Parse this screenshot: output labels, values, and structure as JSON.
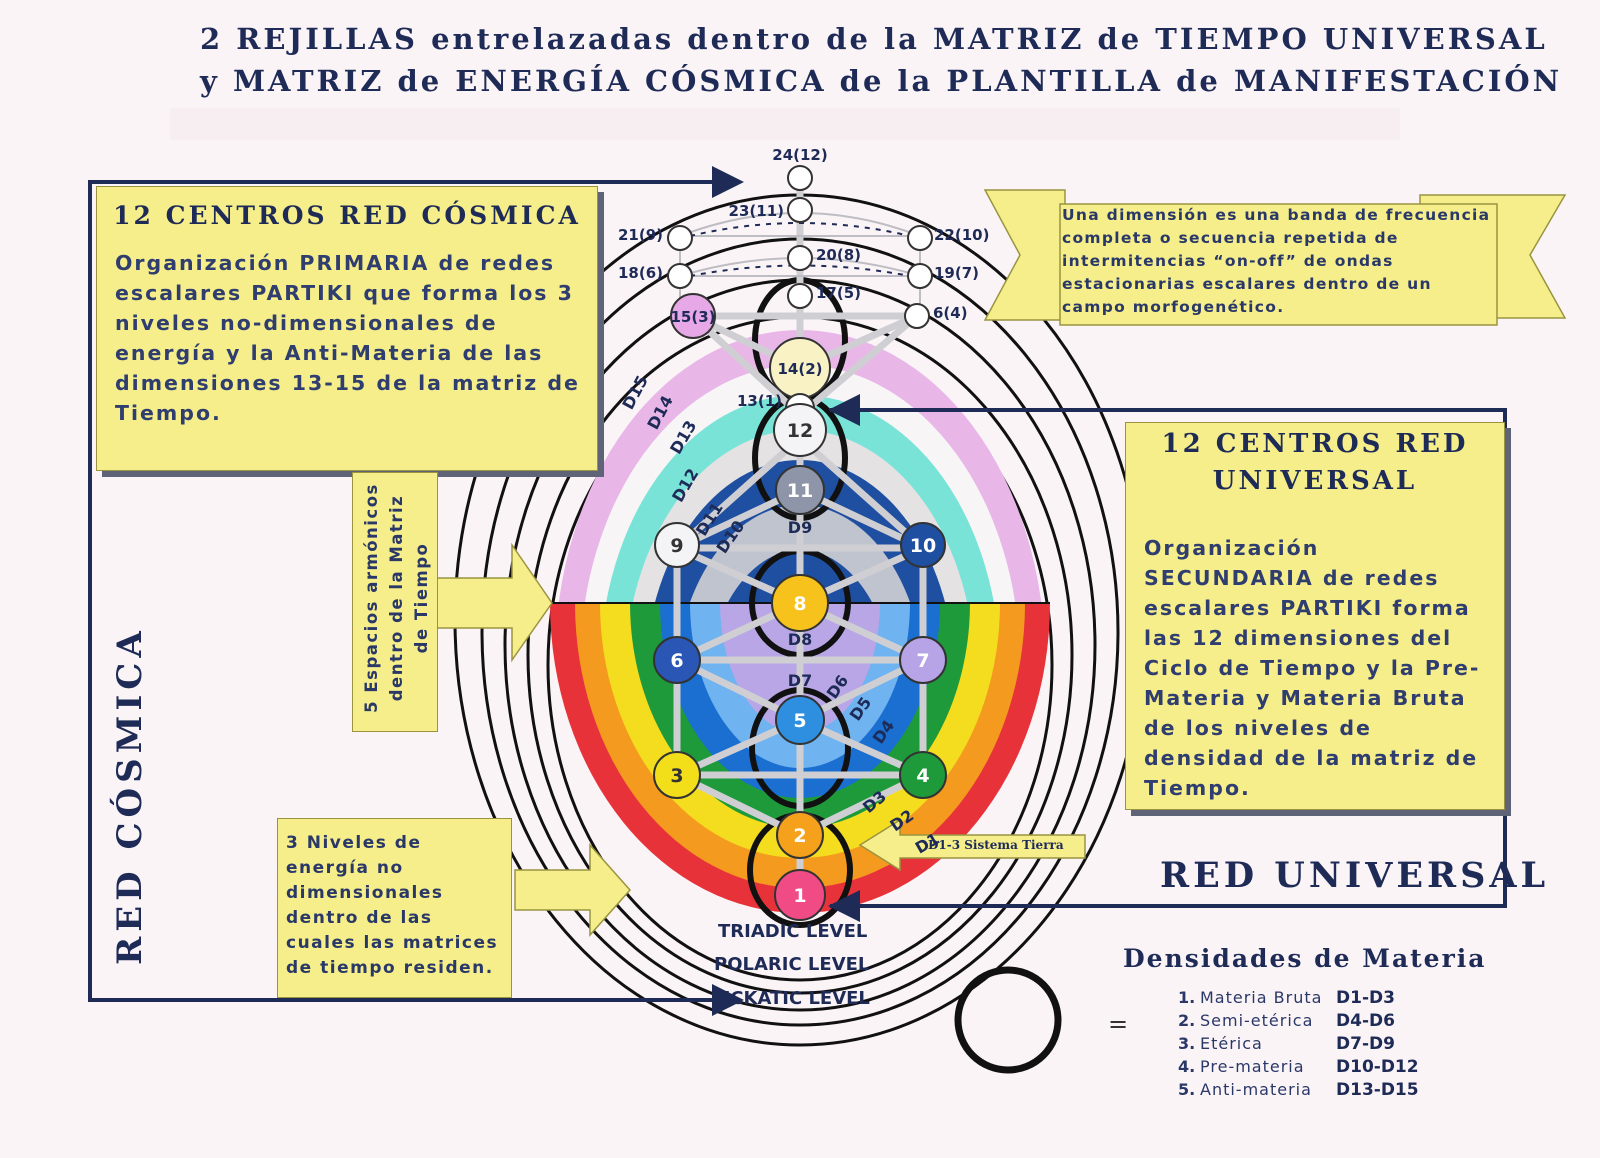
{
  "title": {
    "line1": "2 REJILLAS entrelazadas dentro de la MATRIZ de TIEMPO UNIVERSAL",
    "line2": "y MATRIZ de ENERGÍA CÓSMICA de la PLANTILLA de MANIFESTACIÓN"
  },
  "cosmic_box": {
    "heading": "12 CENTROS RED CÓSMICA",
    "body": "Organización PRIMARIA de redes escalares PARTIKI que forma los 3 niveles no-dimensionales de energía y la Anti-Materia de las dimensiones 13-15 de la matriz de Tiempo."
  },
  "universal_box": {
    "heading_line1": "12 CENTROS RED",
    "heading_line2": "UNIVERSAL",
    "body": "Organización SECUNDARIA de redes escalares PARTIKI forma las 12 dimensiones del Ciclo de Tiempo y la Pre-Materia y Materia Bruta de los niveles de densidad de la matriz de Tiempo."
  },
  "dimension_banner": "Una dimensión es una banda de frecuencia completa o secuencia repetida de intermitencias “on-off” de ondas estacionarias escalares dentro de un campo morfogenético.",
  "harmonic_box": {
    "line1": "5 Espacios armónicos",
    "line2": "dentro de la Matriz",
    "line3": "de Tiempo"
  },
  "energy_box": "3 Niveles de energía no dimensionales dentro de las cuales las matrices de tiempo residen.",
  "red_cosmica_label": "RED CÓSMICA",
  "red_universal_label": "RED UNIVERSAL",
  "earth_system_label": "D1-3  Sistema Tierra",
  "levels": [
    "TRIADIC LEVEL",
    "POLARIC LEVEL",
    "ECKATIC LEVEL"
  ],
  "upper_nodes": [
    "24(12)",
    "23(11)",
    "21(9)",
    "22(10)",
    "20(8)",
    "18(6)",
    "19(7)",
    "17(5)",
    "15(3)",
    "6(4)",
    "14(2)",
    "13(1)"
  ],
  "centers": [
    "1",
    "2",
    "3",
    "4",
    "5",
    "6",
    "7",
    "8",
    "9",
    "10",
    "11",
    "12"
  ],
  "dimension_labels": [
    "D15",
    "D14",
    "D13",
    "D12",
    "D11",
    "D10",
    "D9",
    "D8",
    "D7",
    "D6",
    "D5",
    "D4",
    "D3",
    "D2",
    "D1"
  ],
  "density": {
    "title": "Densidades de Materia",
    "equals": "=",
    "items": [
      {
        "num": "1.",
        "name": "Materia Bruta",
        "range": "D1-D3"
      },
      {
        "num": "2.",
        "name": "Semi-etérica",
        "range": "D4-D6"
      },
      {
        "num": "3.",
        "name": "Etérica",
        "range": "D7-D9"
      },
      {
        "num": "4.",
        "name": "Pre-materia",
        "range": "D10-D12"
      },
      {
        "num": "5.",
        "name": "Anti-materia",
        "range": "D13-D15"
      }
    ]
  },
  "colors": {
    "box_fill": "#f5ee8a",
    "title_navy": "#1e2b57",
    "band_red": "#e8323a",
    "band_orange": "#f39a1f",
    "band_yellow": "#f4dd1e",
    "band_green": "#1e9a3a",
    "band_blue": "#1a6fd0",
    "band_indigo": "#1f4fa0",
    "band_lavender": "#b9a6e6",
    "band_pink": "#e8b7e8",
    "band_cyan": "#79e3d8"
  }
}
